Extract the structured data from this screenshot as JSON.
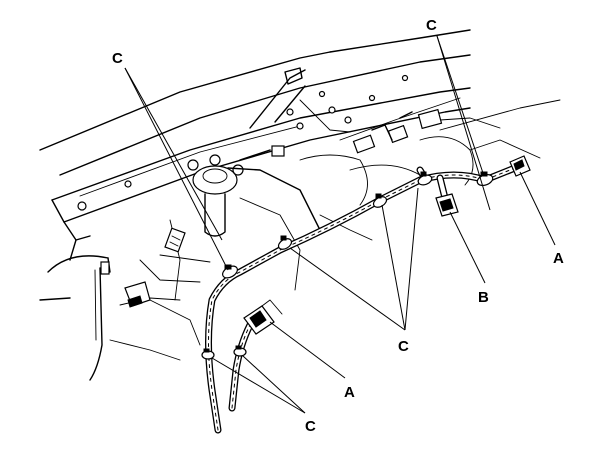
{
  "callouts": {
    "c_top_left": "C",
    "c_top_right": "C",
    "a_right": "A",
    "b_right": "B",
    "c_center": "C",
    "a_bottom": "A",
    "c_bottom": "C"
  },
  "icons": {
    "harness": "wire-harness-icon",
    "clip": "harness-clip-icon",
    "connector": "electrical-connector-icon"
  }
}
